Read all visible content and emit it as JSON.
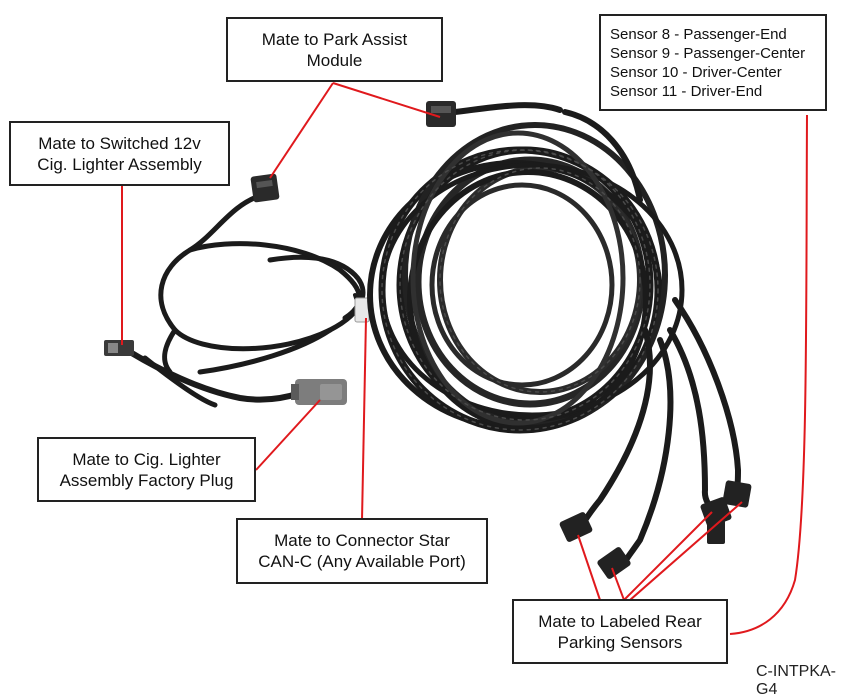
{
  "callouts": {
    "park_assist": {
      "line1": "Mate to Park Assist",
      "line2": "Module"
    },
    "switched_12v": {
      "line1": "Mate to Switched 12v",
      "line2": "Cig. Lighter Assembly"
    },
    "factory_plug": {
      "line1": "Mate to Cig. Lighter",
      "line2": "Assembly Factory Plug"
    },
    "connector_star": {
      "line1": "Mate to Connector Star",
      "line2": "CAN-C (Any Available Port)"
    },
    "rear_sensors": {
      "line1": "Mate to Labeled Rear",
      "line2": "Parking Sensors"
    }
  },
  "sensors": [
    "Sensor 8 - Passenger-End",
    "Sensor 9 - Passenger-Center",
    "Sensor 10 - Driver-Center",
    "Sensor 11 - Driver-End"
  ],
  "part_number": "C-INTPKA-G4",
  "colors": {
    "leader": "#e0191d",
    "cable": "#1b1b1b",
    "cable_highlight": "#4a4a4a",
    "connector": "#2a2a2a",
    "grey_plug": "#7d7d7d",
    "white_plug": "#e8e8e8"
  }
}
